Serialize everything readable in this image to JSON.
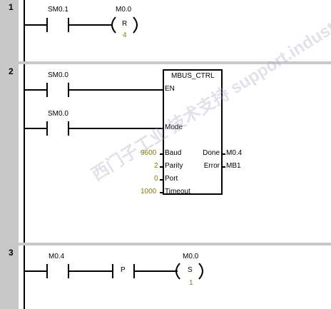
{
  "networks": [
    {
      "number": "1",
      "contact": {
        "address": "SM0.1"
      },
      "coil": {
        "address": "M0.0",
        "type": "R",
        "count": "4"
      }
    },
    {
      "number": "2",
      "contacts": [
        {
          "address": "SM0.0"
        },
        {
          "address": "SM0.0"
        }
      ],
      "block": {
        "title": "MBUS_CTRL",
        "inputs": {
          "en": "EN",
          "mode": "Mode",
          "baud": "Baud",
          "parity": "Parity",
          "port": "Port",
          "timeout": "Timeout"
        },
        "input_values": {
          "baud": "9600",
          "parity": "2",
          "port": "0",
          "timeout": "1000"
        },
        "outputs": {
          "done": "Done",
          "error": "Error"
        },
        "output_values": {
          "done": "M0.4",
          "error": "MB1"
        }
      }
    },
    {
      "number": "3",
      "contact": {
        "address": "M0.4"
      },
      "edge": {
        "label": "P"
      },
      "coil": {
        "address": "M0.0",
        "type": "S",
        "count": "1"
      }
    }
  ],
  "colors": {
    "value_text": "#8a7a00",
    "gutter": "#c8c8c8",
    "wire": "#000000"
  },
  "watermark": "西门子工业 技术支持 support.industry.siemens.com"
}
